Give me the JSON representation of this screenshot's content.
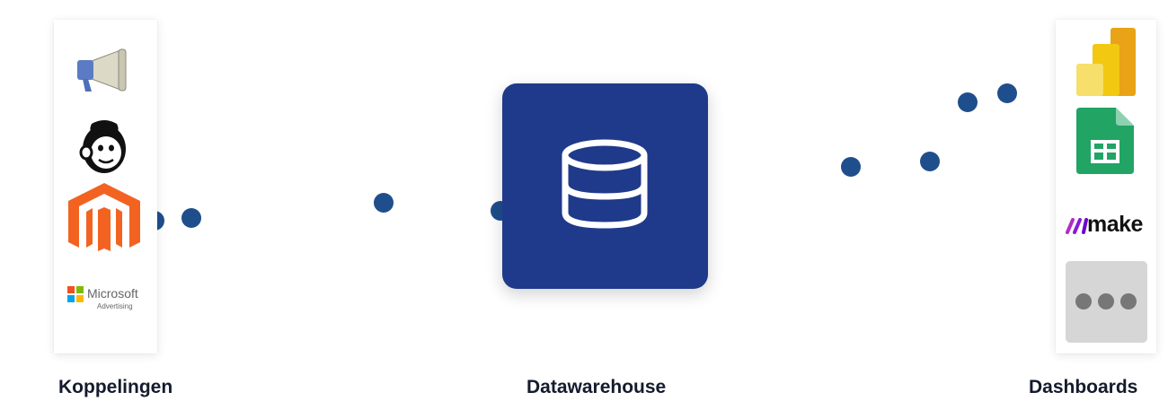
{
  "labels": {
    "sources": "Koppelingen",
    "warehouse": "Datawarehouse",
    "dashboards": "Dashboards"
  },
  "sources": [
    {
      "name": "megaphone-icon"
    },
    {
      "name": "mailchimp-icon"
    },
    {
      "name": "magento-icon"
    },
    {
      "name": "microsoft-advertising-icon",
      "text": "Microsoft",
      "subtext": "Advertising"
    }
  ],
  "warehouse_icon": "database-icon",
  "dashboards": [
    {
      "name": "power-bi-icon"
    },
    {
      "name": "google-sheets-icon"
    },
    {
      "name": "make-icon",
      "text": "make"
    },
    {
      "name": "more-icon"
    }
  ],
  "colors": {
    "hub": "#1f3a8a",
    "flow_dots": "#1f4e8c",
    "magento": "#f26322",
    "sheets": "#21a464",
    "make": "#6d00cc",
    "powerbi_dark": "#e8a317",
    "powerbi_light": "#f2c811"
  }
}
